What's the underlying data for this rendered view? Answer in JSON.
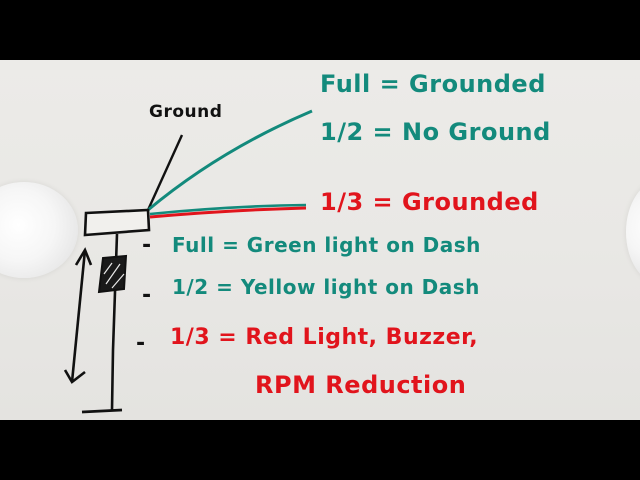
{
  "board": {
    "background": "#eae9e6",
    "colors": {
      "teal": "#138a7c",
      "red": "#e1141c",
      "black": "#111111"
    }
  },
  "diagram": {
    "ground_label": "Ground",
    "legend": [
      {
        "text": "Full = Grounded",
        "color": "teal"
      },
      {
        "text": "1/2 = No Ground",
        "color": "teal"
      },
      {
        "text": "1/3 = Grounded",
        "color": "red"
      }
    ],
    "states": [
      {
        "bullet": "-",
        "text": "Full = Green light on Dash",
        "color": "teal"
      },
      {
        "bullet": "-",
        "text": "1/2 = Yellow light on Dash",
        "color": "teal"
      },
      {
        "bullet": "-",
        "text": "1/3 = Red Light, Buzzer,",
        "color": "red"
      },
      {
        "bullet": "",
        "text": "RPM Reduction",
        "color": "red"
      }
    ],
    "elements": [
      "sensor-box",
      "ground-wire",
      "teal-wire-upper",
      "teal-red-wire-lower",
      "vertical-post",
      "hatched-sensor",
      "double-arrow",
      "base-line"
    ]
  }
}
